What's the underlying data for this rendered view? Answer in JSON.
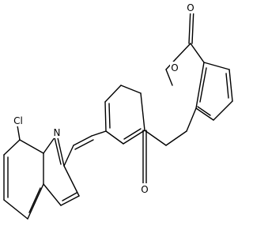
{
  "molecule": {
    "atom_labels": [
      {
        "id": "o-carbonyl-ester",
        "text": "O"
      },
      {
        "id": "o-ether-ester",
        "text": "O"
      },
      {
        "id": "o-ketone",
        "text": "O"
      },
      {
        "id": "n-quinoline",
        "text": "N"
      },
      {
        "id": "cl",
        "text": "Cl"
      }
    ]
  }
}
